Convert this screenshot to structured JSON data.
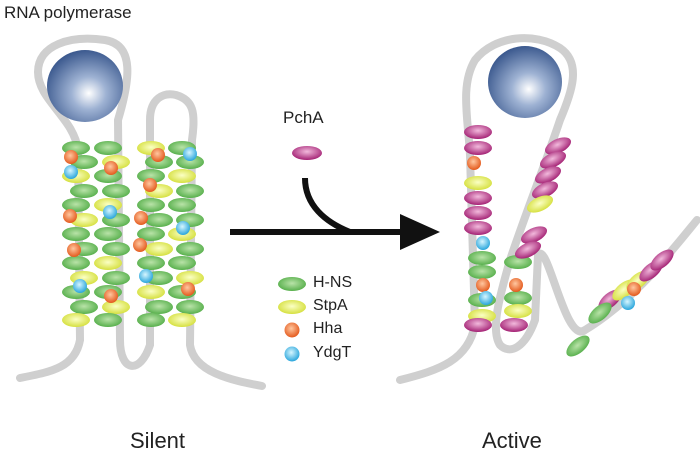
{
  "labels": {
    "rna_polymerase": "RNA polymerase",
    "pcha": "PchA",
    "silent": "Silent",
    "active": "Active"
  },
  "legend": [
    {
      "name": "H-NS",
      "color": "#63b857",
      "shape": "ellipse"
    },
    {
      "name": "StpA",
      "color": "#dfe84a",
      "shape": "ellipse"
    },
    {
      "name": "Hha",
      "color": "#ee6b2e",
      "shape": "circle"
    },
    {
      "name": "YdgT",
      "color": "#45b8e6",
      "shape": "circle"
    }
  ],
  "colors": {
    "dna": "#cfcfcf",
    "polymerase": "#3d5f9a",
    "pcha": "#b0317e",
    "arrow": "#111111"
  }
}
